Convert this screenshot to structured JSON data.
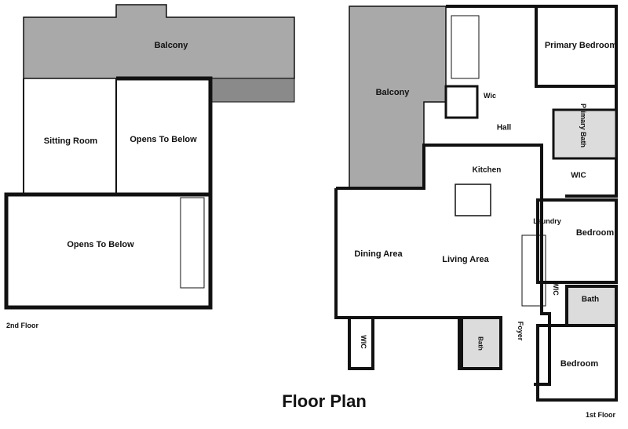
{
  "title": "Floor Plan",
  "floors": {
    "second": {
      "label": "2nd Floor",
      "rooms": {
        "balcony": "Balcony",
        "sitting_room": "Sitting Room",
        "opens_below_1": "Opens To Below",
        "opens_below_2": "Opens To Below"
      }
    },
    "first": {
      "label": "1st Floor",
      "rooms": {
        "balcony": "Balcony",
        "primary_bedroom": "Primary Bedroom",
        "wic_top": "Wic",
        "hall": "Hall",
        "primary_bath": "Primary Bath",
        "wic_primary": "WIC",
        "kitchen": "Kitchen",
        "laundry": "Laundry",
        "bedroom_1": "Bedroom",
        "dining": "Dining Area",
        "living": "Living Area",
        "wic_mid": "WIC",
        "bath": "Bath",
        "wic_left": "WIC",
        "powder_bath": "Bath",
        "foyer": "Foyer",
        "bedroom_2": "Bedroom"
      }
    }
  },
  "colors": {
    "wall": "#111111",
    "balcony": "#a9a9a9",
    "wet": "#dcdcdc"
  }
}
